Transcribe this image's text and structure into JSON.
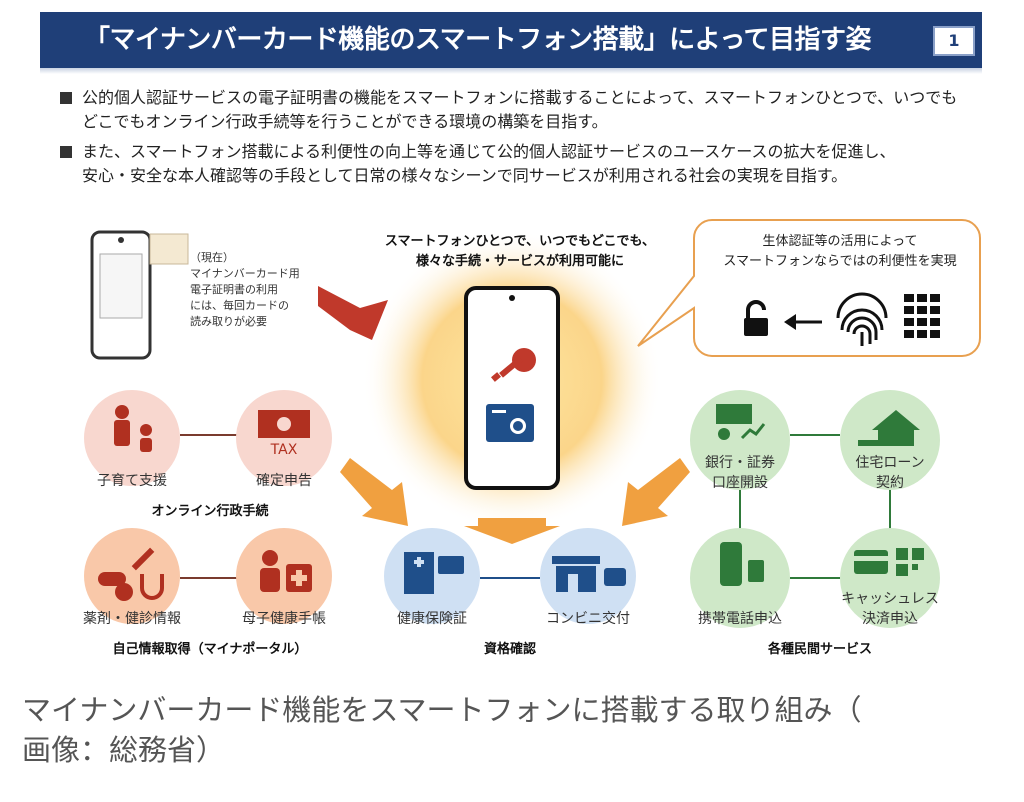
{
  "header": {
    "title": "「マイナンバーカード機能のスマートフォン搭載」によって目指す姿",
    "page_number": "1"
  },
  "bullets": [
    {
      "line1": "公的個人認証サービスの電子証明書の機能をスマートフォンに搭載することによって、スマートフォンひとつで、いつでも",
      "line2": "どこでもオンライン行政手続等を行うことができる環境の構築を目指す。"
    },
    {
      "line1": "また、スマートフォン搭載による利便性の向上等を通じて公的個人認証サービスのユースケースの拡大を促進し、",
      "line2": "安心・安全な本人確認等の手段として日常の様々なシーンで同サービスが利用される社会の実現を目指す。"
    }
  ],
  "note": {
    "line1": "（現在）",
    "line2": "マイナンバーカード用",
    "line3": "電子証明書の利用",
    "line4": "には、毎回カードの",
    "line5": "読み取りが必要"
  },
  "center": {
    "line1": "スマートフォンひとつで、いつでもどこでも、",
    "line2": "様々な手続・サービスが利用可能に"
  },
  "bubble": {
    "line1": "生体認証等の活用によって",
    "line2": "スマートフォンならではの利便性を実現"
  },
  "groups": {
    "online": {
      "title": "オンライン行政手続",
      "items": [
        "子育て支援",
        "確定申告"
      ],
      "tax_label": "TAX"
    },
    "self_info": {
      "title": "自己情報取得（マイナポータル）",
      "items": [
        "薬剤・健診情報",
        "母子健康手帳"
      ]
    },
    "qualification": {
      "title": "資格確認",
      "items": [
        "健康保険証",
        "コンビニ交付"
      ]
    },
    "private": {
      "title": "各種民間サービス",
      "items": [
        "銀行・証券",
        "口座開設",
        "住宅ローン",
        "契約",
        "携帯電話申込",
        "キャッシュレス",
        "決済申込"
      ]
    }
  },
  "caption": {
    "line1": "マイナンバーカード機能をスマートフォンに搭載する取り組み（",
    "line2": "画像：総務省）"
  },
  "colors": {
    "header": "#1f3f78",
    "orange": "#f0a040",
    "red": "#c0392b",
    "blue": "#1f4f8a",
    "green": "#2f7a3a"
  }
}
